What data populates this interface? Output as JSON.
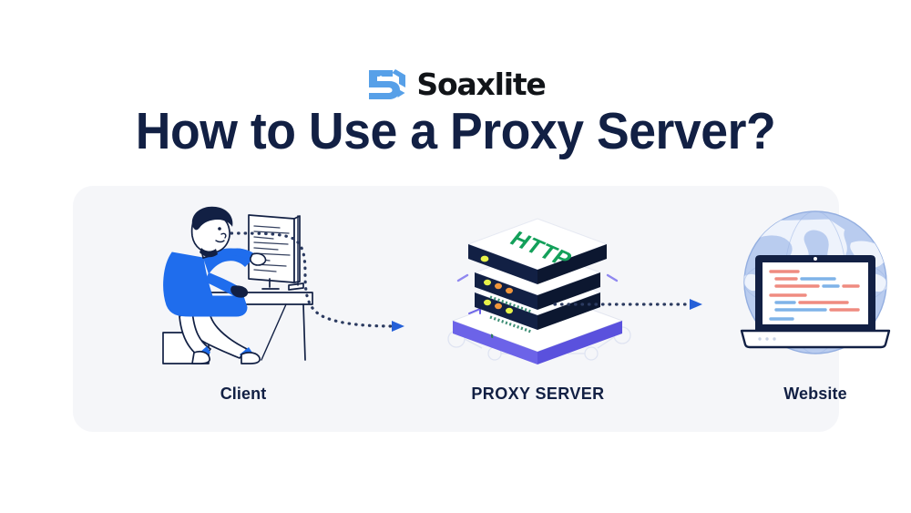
{
  "brand": {
    "logo_icon": "soaxlite-logomark-icon",
    "name": "Soaxlite",
    "mark_color": "#57a0e8",
    "word_color": "#111418"
  },
  "header": {
    "title": "How to Use a Proxy Server?",
    "title_color": "#122044"
  },
  "card": {
    "background": "#f5f6f9"
  },
  "flow": {
    "stages": [
      {
        "id": "client",
        "label": "Client",
        "art_icon": "person-at-desk-illustration",
        "accent_color": "#1f6ded"
      },
      {
        "id": "proxy",
        "label": "PROXY SERVER",
        "art_icon": "server-stack-illustration",
        "badge_text": "HTTP",
        "badge_color": "#13a05a",
        "base_color": "#6c63e8",
        "unit_color": "#122044"
      },
      {
        "id": "website",
        "label": "Website",
        "art_icon": "globe-laptop-illustration",
        "globe_color": "#b9ccef",
        "accent_color": "#122044"
      }
    ],
    "connectors": [
      {
        "id": "client-to-proxy",
        "icon": "dashed-curved-arrow-icon",
        "color": "#2560d8"
      },
      {
        "id": "proxy-to-website",
        "icon": "dashed-straight-arrow-icon",
        "color": "#2560d8"
      }
    ]
  }
}
